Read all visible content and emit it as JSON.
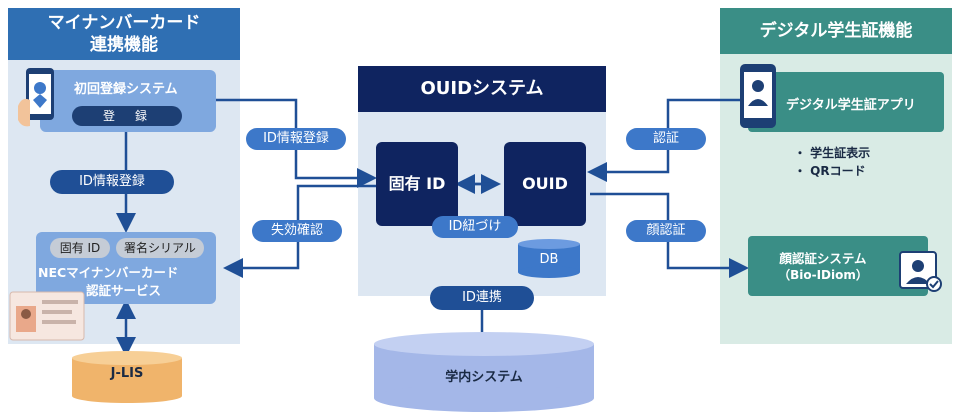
{
  "left": {
    "title_line1": "マイナンバーカード",
    "title_line2": "連携機能",
    "first_reg": "初回登録システム",
    "register_btn": "登　録",
    "id_reg_pill": "ID情報登録",
    "tag_id": "固有 ID",
    "tag_serial": "署名シリアル",
    "nec_line1": "NECマイナンバーカード",
    "nec_line2": "認証サービス",
    "jlis": "J-LIS"
  },
  "center": {
    "title": "OUIDシステム",
    "koyu_id": "固有 ID",
    "ouid": "OUID",
    "link_pill": "ID紐づけ",
    "db": "DB",
    "id_renkei": "ID連携",
    "gakunai": "学内システム"
  },
  "flows": {
    "id_reg": "ID情報登録",
    "invalid": "失効確認",
    "auth": "認証",
    "face_auth": "顔認証"
  },
  "right": {
    "title": "デジタル学生証機能",
    "app": "デジタル学生証アプリ",
    "bullet1": "・ 学生証表示",
    "bullet2": "・ QRコード",
    "face_line1": "顔認証システム",
    "face_line2": "（Bio-IDiom）"
  }
}
